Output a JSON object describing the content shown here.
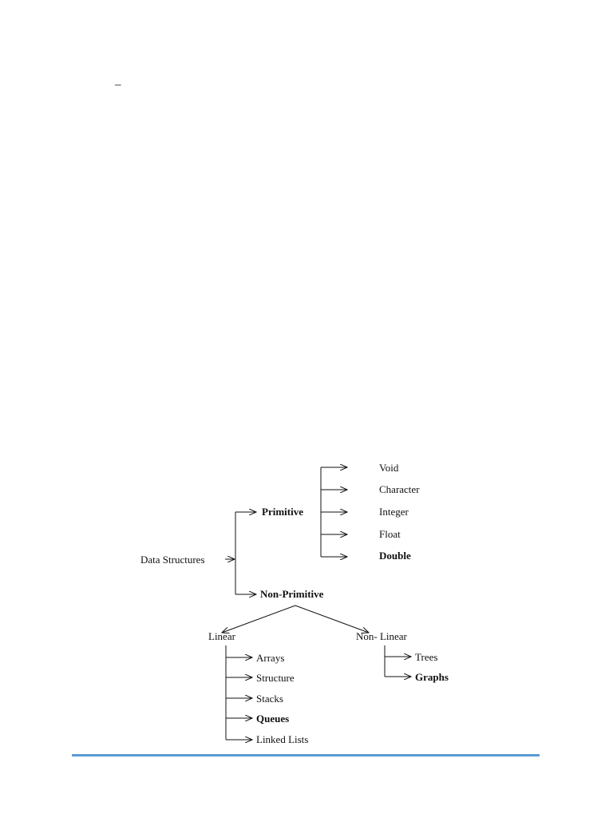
{
  "page": {
    "stray_mark": "_",
    "rule_color": "#5b9bd5"
  },
  "diagram": {
    "root": "Data Structures",
    "branches": {
      "primitive": {
        "label": "Primitive",
        "items": [
          "Void",
          "Character",
          "Integer",
          "Float",
          "Double"
        ]
      },
      "non_primitive": {
        "label": "Non-Primitive",
        "linear": {
          "label": "Linear",
          "items": [
            "Arrays",
            "Structure",
            "Stacks",
            "Queues",
            "Linked Lists"
          ]
        },
        "non_linear": {
          "label": "Non- Linear",
          "items": [
            "Trees",
            "Graphs"
          ]
        }
      }
    }
  }
}
